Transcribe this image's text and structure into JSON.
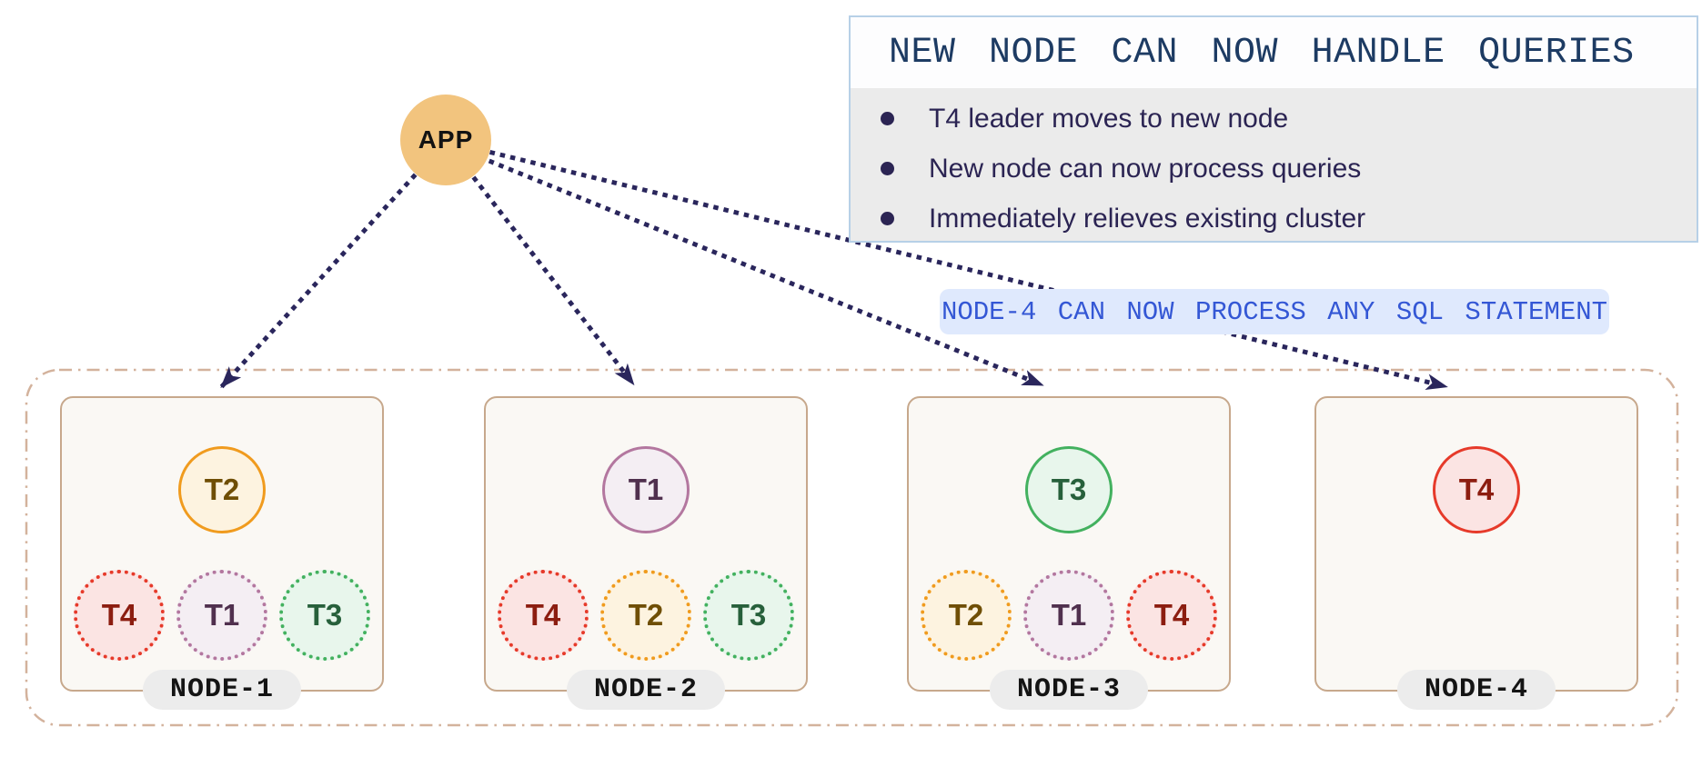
{
  "app": {
    "label": "APP"
  },
  "info_box": {
    "title": "NEW NODE CAN NOW HANDLE QUERIES",
    "bullets": [
      "T4 leader moves to new node",
      "New node can now process queries",
      "Immediately relieves existing cluster"
    ]
  },
  "callout": {
    "text": "NODE-4 CAN NOW PROCESS ANY SQL STATEMENT"
  },
  "tablets": {
    "T1": {
      "border": "#b3779f",
      "fill": "#f4eef3",
      "text": "#50304e"
    },
    "T2": {
      "border": "#f09b1e",
      "fill": "#fdf3e0",
      "text": "#6f4e05"
    },
    "T3": {
      "border": "#43b15f",
      "fill": "#e8f6ec",
      "text": "#27603b"
    },
    "T4": {
      "border": "#e63a2a",
      "fill": "#fbe4e3",
      "text": "#8c1d10"
    }
  },
  "nodes": [
    {
      "label": "NODE-1",
      "leader": "T2",
      "followers": [
        "T4",
        "T1",
        "T3"
      ]
    },
    {
      "label": "NODE-2",
      "leader": "T1",
      "followers": [
        "T4",
        "T2",
        "T3"
      ]
    },
    {
      "label": "NODE-3",
      "leader": "T3",
      "followers": [
        "T2",
        "T1",
        "T4"
      ]
    },
    {
      "label": "NODE-4",
      "leader": "T4",
      "followers": []
    }
  ],
  "colors": {
    "arrow": "#2a265c",
    "cluster_border": "#d3b29c",
    "node_border": "#c7a88c",
    "node_fill": "#faf8f4",
    "info_border": "#b7d0e7",
    "info_body_bg": "#ebebeb",
    "info_title_color": "#1d3b63",
    "bullet_text_color": "#2b2453",
    "callout_bg": "#dfe9fd",
    "callout_text_color": "#3457d5",
    "app_fill": "#f2c47e",
    "pill_bg": "#ececec"
  }
}
